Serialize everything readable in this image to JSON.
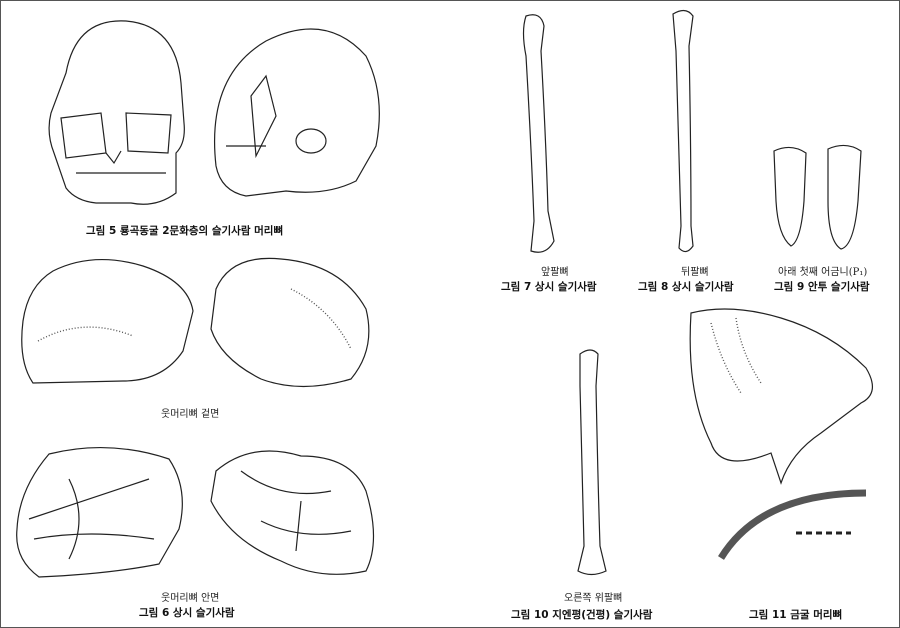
{
  "figures": {
    "fig5": {
      "caption": "그림 5  룡곡동굴 2문화층의 슬기사람 머리뼈"
    },
    "fig6": {
      "caption": "그림 6  상시 슬기사람",
      "sub_outer": "웃머리뼈 겉면",
      "sub_inner": "웃머리뼈 안면"
    },
    "fig7": {
      "caption": "그림 7  상시 슬기사람",
      "sub": "앞팔뼈"
    },
    "fig8": {
      "caption": "그림 8  상시 슬기사람",
      "sub": "뒤팔뼈"
    },
    "fig9": {
      "caption": "그림 9  안투 슬기사람",
      "sub": "아래 첫째 어금니(P₁)"
    },
    "fig10": {
      "caption": "그림 10  지엔평(건평) 슬기사람",
      "sub": "오른쪽 위팔뼈"
    },
    "fig11": {
      "caption": "그림 11  금굴 머리뼈"
    }
  }
}
